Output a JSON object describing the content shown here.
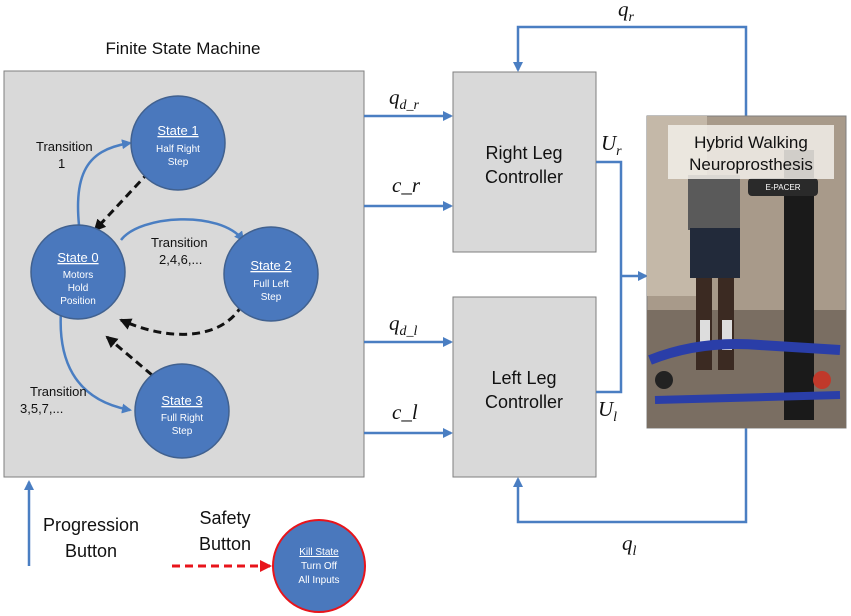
{
  "fsm": {
    "title": "Finite State Machine",
    "states": {
      "s0": {
        "title": "State 0",
        "lines": [
          "Motors",
          "Hold",
          "Position"
        ]
      },
      "s1": {
        "title": "State 1",
        "lines": [
          "Half Right",
          "Step"
        ]
      },
      "s2": {
        "title": "State 2",
        "lines": [
          "Full Left",
          "Step"
        ]
      },
      "s3": {
        "title": "State 3",
        "lines": [
          "Full Right",
          "Step"
        ]
      }
    },
    "transitions": {
      "t1": [
        "Transition",
        "1"
      ],
      "t2": [
        "Transition",
        "2,4,6,..."
      ],
      "t3": [
        "Transition",
        "3,5,7,..."
      ]
    }
  },
  "signals": {
    "qd_r": {
      "base": "q",
      "sub": "d_r"
    },
    "c_r": "c_r",
    "qd_l": {
      "base": "q",
      "sub": "d_l"
    },
    "c_l": "c_l",
    "u_r": {
      "base": "U",
      "sub": "r"
    },
    "u_l": {
      "base": "U",
      "sub": "l"
    },
    "q_r": {
      "base": "q",
      "sub": "r"
    },
    "q_l": {
      "base": "q",
      "sub": "l"
    }
  },
  "controllers": {
    "right": [
      "Right Leg",
      "Controller"
    ],
    "left": [
      "Left Leg",
      "Controller"
    ]
  },
  "photo": {
    "caption": [
      "Hybrid Walking",
      "Neuroprosthesis"
    ],
    "brand": "E-PACER"
  },
  "progression_button": [
    "Progression",
    "Button"
  ],
  "safety_button": [
    "Safety",
    "Button"
  ],
  "kill_state": {
    "title": "Kill State",
    "lines": [
      "Turn Off",
      "All Inputs"
    ]
  },
  "colors": {
    "state_fill": "#4a78bd",
    "state_stroke": "#41618f",
    "arrow_blue": "#4a7ec2",
    "box_fill": "#d9d9d9",
    "box_stroke": "#7f7f7f",
    "kill_stroke": "#e8141b",
    "dashed_red": "#e8141b"
  }
}
